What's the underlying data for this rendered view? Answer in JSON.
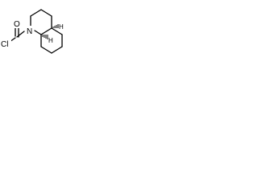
{
  "molecule": {
    "atoms": {
      "nitrogen": "N",
      "oxygen": "O",
      "chlorine": "Cl",
      "hydrogen_top": "H",
      "hydrogen_bottom": "H"
    },
    "stereo_marks": {
      "upper_ring_fusion": "hashed-wedge",
      "lower_ring_fusion": "hashed-wedge"
    },
    "colors": {
      "bond": "#000000",
      "background": "#ffffff"
    }
  }
}
